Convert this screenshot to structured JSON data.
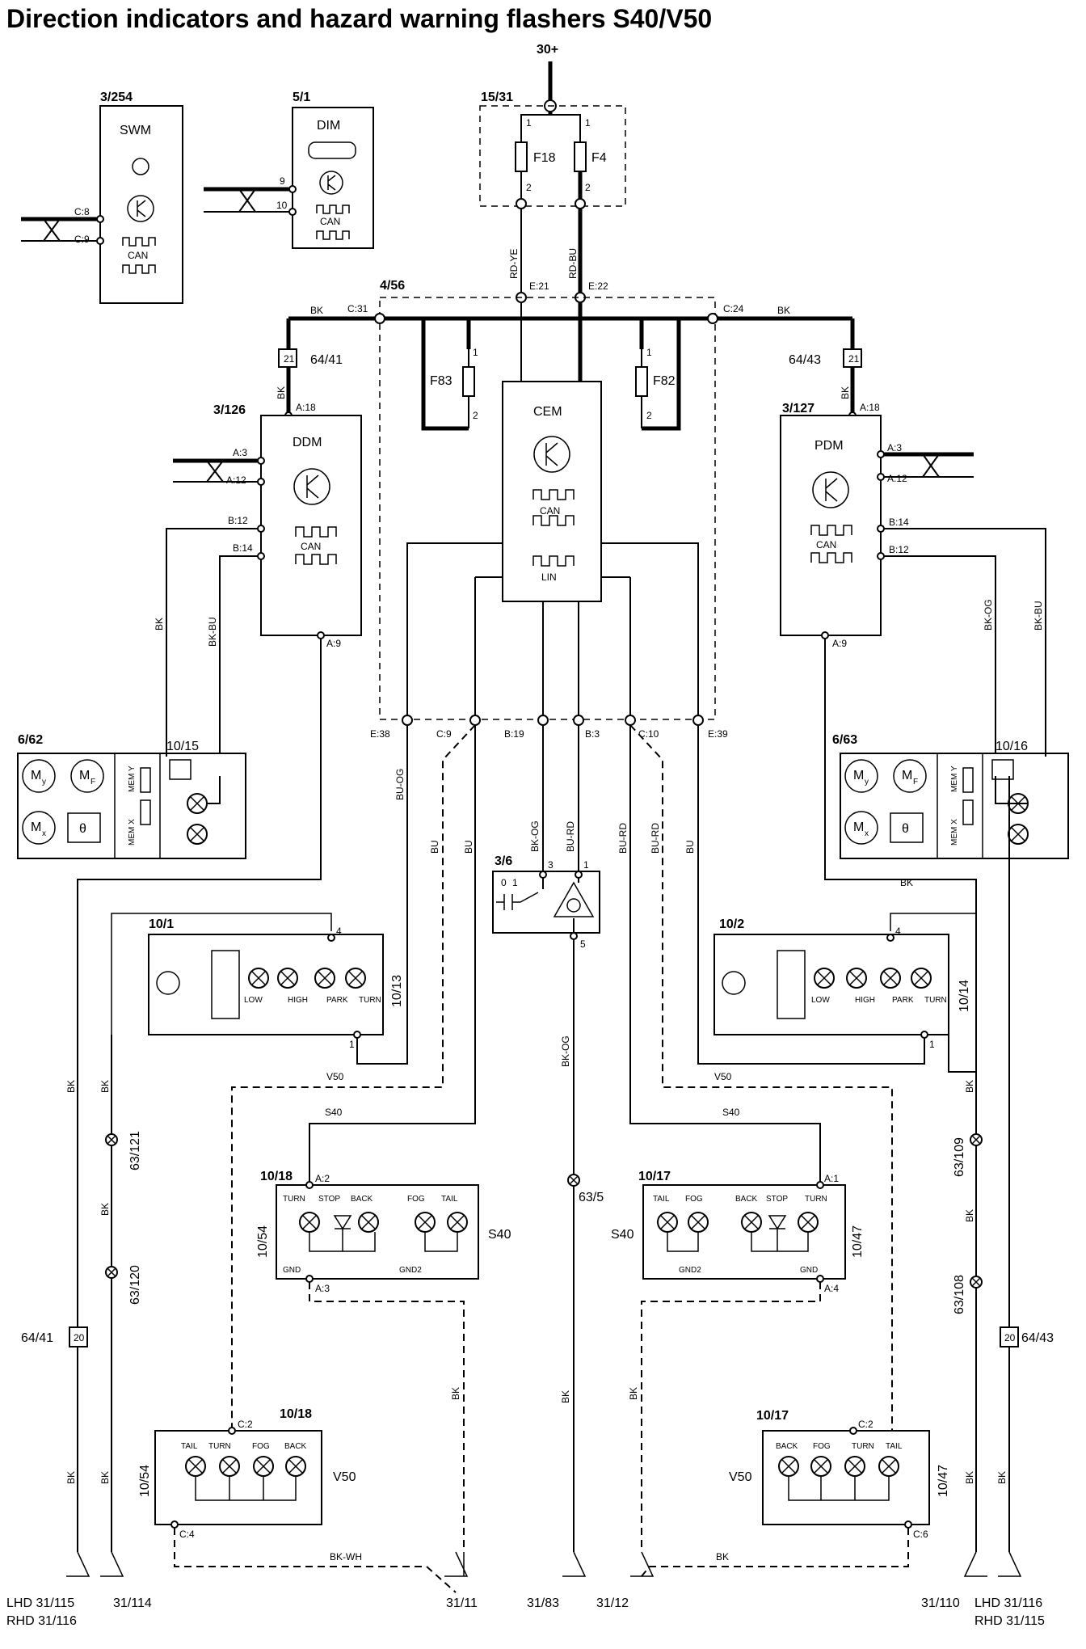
{
  "title": "Direction indicators and hazard warning flashers S40/V50",
  "supply": "30+",
  "labels": {
    "swm_ref": "3/254",
    "swm": "SWM",
    "swm_c8": "C:8",
    "swm_c9": "C:9",
    "can": "CAN",
    "dim_ref": "5/1",
    "dim": "DIM",
    "dim_p9": "9",
    "dim_p10": "10",
    "fuse_ref": "15/31",
    "f18": "F18",
    "f4": "F4",
    "p1": "1",
    "p2": "2",
    "rd_ye": "RD-YE",
    "rd_bu": "RD-BU",
    "e21": "E:21",
    "e22": "E:22",
    "cem_ref": "4/56",
    "cem": "CEM",
    "lin": "LIN",
    "f83": "F83",
    "f82": "F82",
    "c31": "C:31",
    "c24": "C:24",
    "bk": "BK",
    "br_6441": "64/41",
    "br_6443": "64/43",
    "n21": "21",
    "n20": "20",
    "a18": "A:18",
    "ddm_ref": "3/126",
    "ddm": "DDM",
    "a3": "A:3",
    "a12": "A:12",
    "b12": "B:12",
    "b14": "B:14",
    "a9": "A:9",
    "pdm_ref": "3/127",
    "pdm": "PDM",
    "bk_bu": "BK-BU",
    "bk_og": "BK-OG",
    "e38": "E:38",
    "c9": "C:9",
    "b19": "B:19",
    "b3": "B:3",
    "c10": "C:10",
    "e39": "E:39",
    "bu_og": "BU-OG",
    "bu": "BU",
    "bu_rd": "BU-RD",
    "mir_l_ref": "6/62",
    "mir_r_ref": "6/63",
    "ref_1015": "10/15",
    "ref_1016": "10/16",
    "my": "M",
    "my_sub": "y",
    "mf": "M",
    "mf_sub": "F",
    "mx": "M",
    "mx_sub": "x",
    "theta": "θ",
    "mem_y": "MEM Y",
    "mem_x": "MEM X",
    "haz_ref": "3/6",
    "haz_0": "0",
    "haz_1": "1",
    "haz_p3": "3",
    "haz_p1": "1",
    "haz_p5": "5",
    "hl_l_ref": "10/1",
    "hl_r_ref": "10/2",
    "ref_1013": "10/13",
    "ref_1014": "10/14",
    "low": "LOW",
    "high": "HIGH",
    "park": "PARK",
    "turn": "TURN",
    "p4": "4",
    "v50": "V50",
    "s40": "S40",
    "ref_1018": "10/18",
    "ref_1017": "10/17",
    "ref_1054": "10/54",
    "ref_1047": "10/47",
    "a2": "A:2",
    "a1": "A:1",
    "a3_": "A:3",
    "a4": "A:4",
    "stop": "STOP",
    "back": "BACK",
    "fog": "FOG",
    "tail": "TAIL",
    "gnd": "GND",
    "gnd2": "GND2",
    "c2": "C:2",
    "c4": "C:4",
    "c6": "C:6",
    "bk_wh": "BK-WH",
    "s63121": "63/121",
    "s63120": "63/120",
    "s635": "63/5",
    "s63109": "63/109",
    "s63108": "63/108"
  },
  "grounds": {
    "g1": "LHD 31/115",
    "g1b": "RHD 31/116",
    "g2": "31/114",
    "g3": "31/11",
    "g4": "31/83",
    "g5": "31/12",
    "g6": "31/110",
    "g7": "LHD 31/116",
    "g7b": "RHD 31/115"
  }
}
